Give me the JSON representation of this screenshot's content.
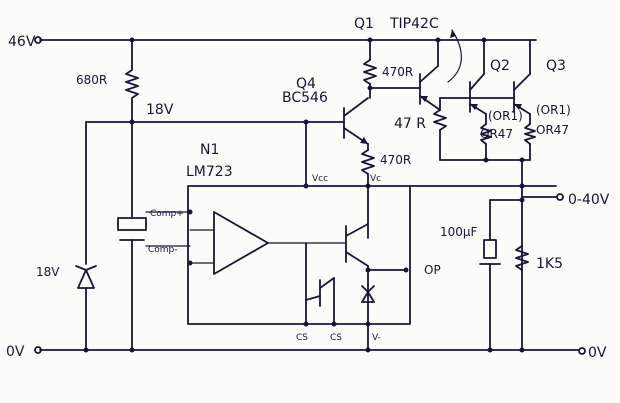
{
  "labels": {
    "v46": "46V",
    "v0_left": "0V",
    "v0_right": "0V",
    "out": "0-40V",
    "r680": "680R",
    "node18v": "18V",
    "zener18v": "18V",
    "q4": "Q4",
    "bc546": "BC546",
    "q1": "Q1",
    "tip42c": "TIP42C",
    "q2": "Q2",
    "q3": "Q3",
    "r470_top": "470R",
    "r47": "47 R",
    "r470_mid": "470R",
    "ori1": "(OR1)",
    "ori2": "(OR1)",
    "or47_1": "OR47",
    "or47_2": "OR47",
    "n1": "N1",
    "lm723": "LM723",
    "vcc": "Vcc",
    "vc": "Vc",
    "comp_plus": "Comp+",
    "comp_minus": "Comp-",
    "op": "OP",
    "cs1": "CS",
    "cs2": "CS",
    "vminus": "V-",
    "cap": "100µF",
    "r1k5": "1K5"
  }
}
